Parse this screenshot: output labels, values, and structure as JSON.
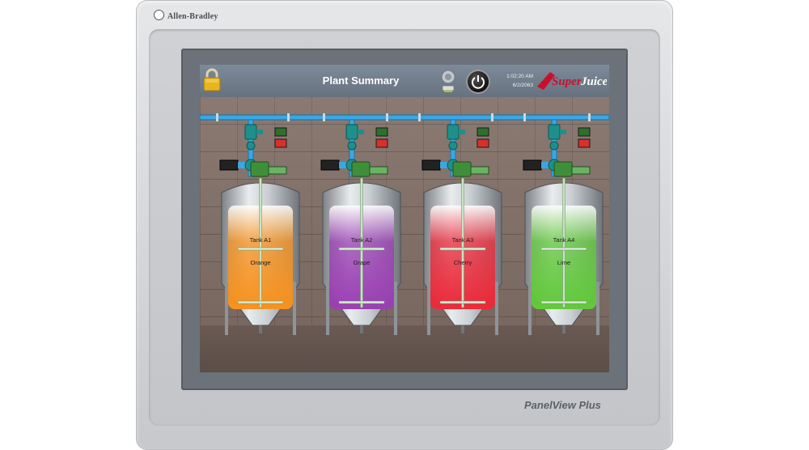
{
  "device": {
    "brand": "Allen-Bradley",
    "model": "PanelView Plus"
  },
  "header": {
    "title": "Plant Summary",
    "time": "1:02:20 AM",
    "date": "6/2/2063",
    "logo_text": "SuperJuice",
    "icons": [
      "padlock-icon",
      "alarm-bell-icon",
      "power-icon"
    ]
  },
  "tanks": [
    {
      "name": "Tank A1",
      "product": "Orange",
      "color": "#f7921e",
      "level": 0.85
    },
    {
      "name": "Tank A2",
      "product": "Grape",
      "color": "#9b3fb4",
      "level": 0.85
    },
    {
      "name": "Tank A3",
      "product": "Cherry",
      "color": "#ec2a3a",
      "level": 0.85
    },
    {
      "name": "Tank A4",
      "product": "Lime",
      "color": "#62c93b",
      "level": 0.85
    }
  ],
  "colors": {
    "pipe": "#38a7e6",
    "valve": "#1f8f8a",
    "motor": "#3f8f3a",
    "led_red": "#d9302b",
    "led_green": "#2f6f2c"
  }
}
